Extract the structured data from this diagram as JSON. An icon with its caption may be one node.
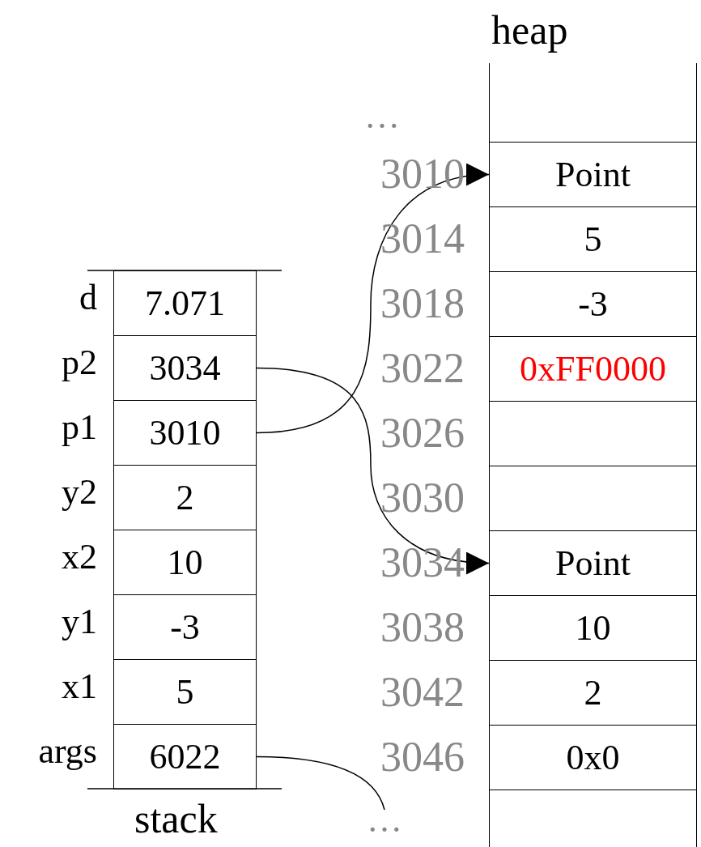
{
  "diagram": {
    "nodes": [
      {
        "text": [
          "7.071"
        ],
        "beside": [
          "d"
        ]
      },
      {
        "text": [
          "3034"
        ],
        "beside": [
          "p2"
        ]
      },
      {
        "text": [
          "3010"
        ],
        "beside": [
          "p1"
        ]
      },
      {
        "text": [
          "2"
        ],
        "beside": [
          "y2"
        ]
      },
      {
        "text": [
          "10"
        ],
        "beside": [
          "x2"
        ]
      },
      {
        "text": [
          "-3"
        ],
        "beside": [
          "y1"
        ]
      },
      {
        "text": [
          "5"
        ],
        "beside": [
          "x1"
        ]
      },
      {
        "text": [
          "6022"
        ],
        "beside": [
          "args"
        ]
      },
      {
        "text": [],
        "shape": "box"
      },
      {
        "text": [
          "Point"
        ],
        "beside": [
          "3010"
        ]
      },
      {
        "text": [
          "5"
        ],
        "beside": [
          "3014"
        ]
      },
      {
        "text": [
          "-3"
        ],
        "beside": [
          "3018"
        ]
      },
      {
        "text": [
          "0xFF0000"
        ],
        "beside": [
          "3022"
        ]
      },
      {
        "text": [],
        "shape": "box",
        "beside": [
          "3026"
        ]
      },
      {
        "text": [],
        "shape": "box",
        "beside": [
          "3030"
        ]
      },
      {
        "text": [
          "Point"
        ],
        "beside": [
          "3034"
        ]
      },
      {
        "text": [
          "10"
        ],
        "beside": [
          "3038"
        ]
      },
      {
        "text": [
          "2"
        ],
        "beside": [
          "3042"
        ]
      },
      {
        "text": [
          "0x0"
        ],
        "beside": [
          "3046"
        ]
      },
      {
        "text": [],
        "shape": "box"
      },
      {
        "text": [
          "…"
        ]
      }
    ],
    "edges": [
      {
        "from": 2,
        "to": 9,
        "arrow": "to"
      },
      {
        "from": 1,
        "to": 15,
        "arrow": "to"
      },
      {
        "from": 7,
        "to": 20,
        "arrow": "none"
      }
    ],
    "labels": [
      "heap",
      "…",
      "stack"
    ]
  }
}
